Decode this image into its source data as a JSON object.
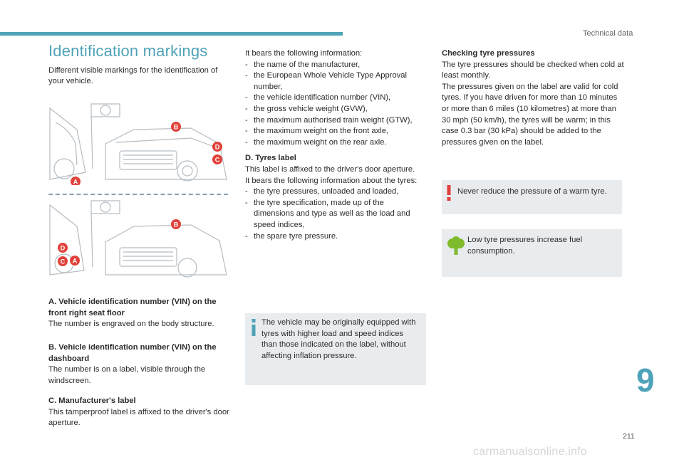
{
  "header": {
    "section": "Technical data"
  },
  "col1": {
    "title": "Identification markings",
    "intro": "Different visible markings for the identification of your vehicle.",
    "illus_labels": [
      "B",
      "D",
      "C",
      "A"
    ],
    "illus2_labels": [
      "B",
      "D",
      "C",
      "A"
    ],
    "a_title": "A. Vehicle identification number (VIN) on the front right seat floor",
    "a_text": "The number is engraved on the body structure.",
    "b_title": "B. Vehicle identification number (VIN) on the dashboard",
    "b_text": "The number is on a label, visible through the windscreen.",
    "c_title": "C. Manufacturer's label",
    "c_text": "This tamperproof label is affixed to the driver's door aperture."
  },
  "col2": {
    "intro": "It bears the following information:",
    "items": [
      "the name of the manufacturer,",
      "the European Whole Vehicle Type Approval number,",
      "the vehicle identification number (VIN),",
      "the gross vehicle weight (GVW),",
      "the maximum authorised train weight (GTW),",
      "the maximum weight on the front axle,",
      "the maximum weight on the rear axle."
    ],
    "d_title": "D. Tyres label",
    "d_text1": "This label is affixed to the driver's door aperture.",
    "d_text2": "It bears the following information about the tyres:",
    "d_items": [
      "the tyre pressures, unloaded and loaded,",
      "the tyre specification, made up of the dimensions and type as well as the load and speed indices,",
      "the spare tyre pressure."
    ],
    "info_note": "The vehicle may be originally equipped with tyres with higher load and speed indices than those indicated on the label, without affecting inflation pressure."
  },
  "col3": {
    "title": "Checking tyre pressures",
    "text1": "The tyre pressures should be checked when cold at least monthly.",
    "text2": "The pressures given on the label are valid for cold tyres. If you have driven for more than 10 minutes or more than 6 miles (10 kilometres) at more than 30 mph (50 km/h), the tyres will be warm; in this case 0.3 bar (30 kPa) should be added to the pressures given on the label.",
    "warn_note": "Never reduce the pressure of a warm tyre.",
    "eco_note": "Low tyre pressures increase fuel consumption."
  },
  "footer": {
    "chapter": "9",
    "page": "211",
    "watermark": "carmanualsonline.info"
  },
  "colors": {
    "accent": "#4fa3b8",
    "callout_red": "#e0413a",
    "note_bg": "#e9ecee",
    "eco_green": "#7dbb2b"
  },
  "icons": {
    "info": "info-icon",
    "warning": "warning-exclamation-icon",
    "eco": "eco-tree-icon"
  }
}
